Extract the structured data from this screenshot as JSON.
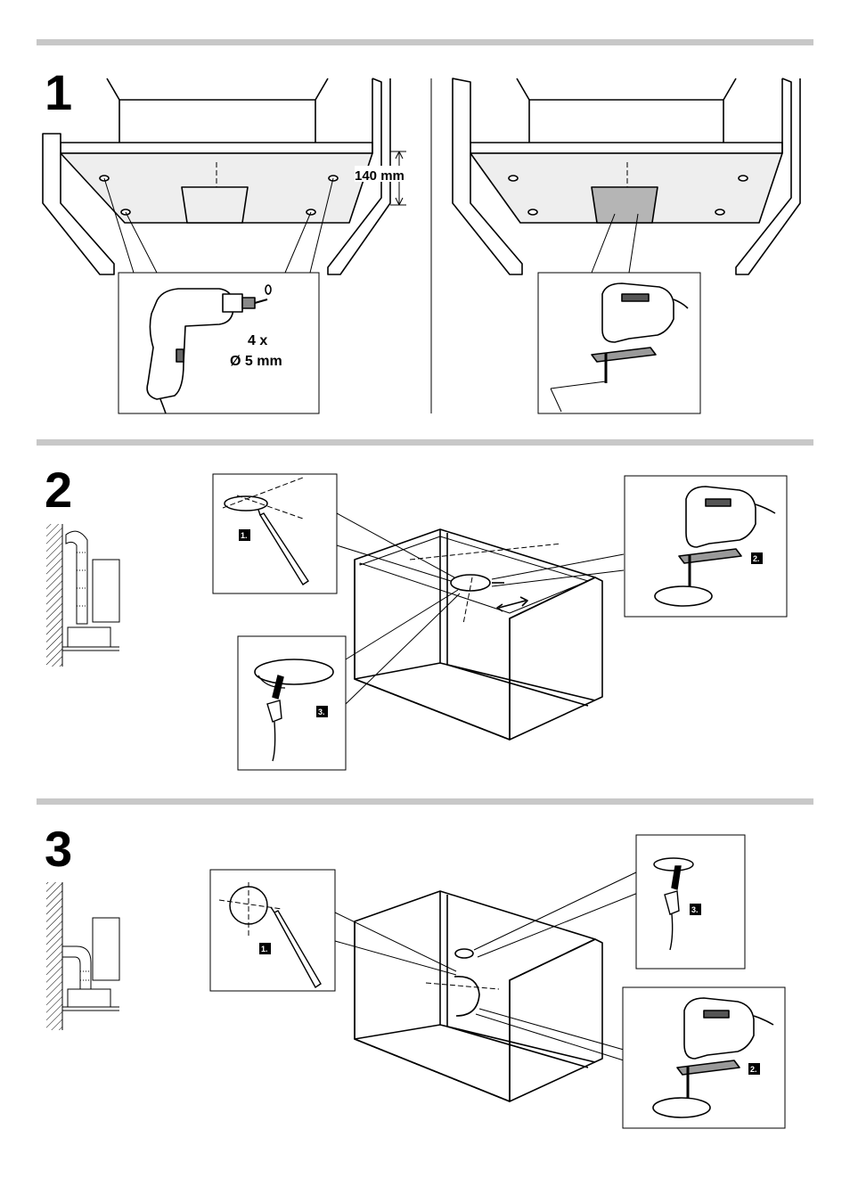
{
  "steps": [
    {
      "number": "1"
    },
    {
      "number": "2"
    },
    {
      "number": "3"
    }
  ],
  "step1": {
    "dimension_label": "140 mm",
    "drill_count": "4 x",
    "drill_diameter": "Ø 5 mm"
  },
  "step2": {
    "badge_mark": "1.",
    "badge_cut": "2.",
    "badge_route": "3."
  },
  "step3": {
    "badge_mark": "1.",
    "badge_cut": "2.",
    "badge_route": "3."
  },
  "colors": {
    "rule": "#c8c8c8",
    "panel_fill": "#eeeeee",
    "cutout_fill": "#b5b5b5",
    "line": "#000000"
  },
  "icons": [
    "drill-icon",
    "jigsaw-icon",
    "pencil-icon",
    "power-plug-icon",
    "duct-icon"
  ]
}
